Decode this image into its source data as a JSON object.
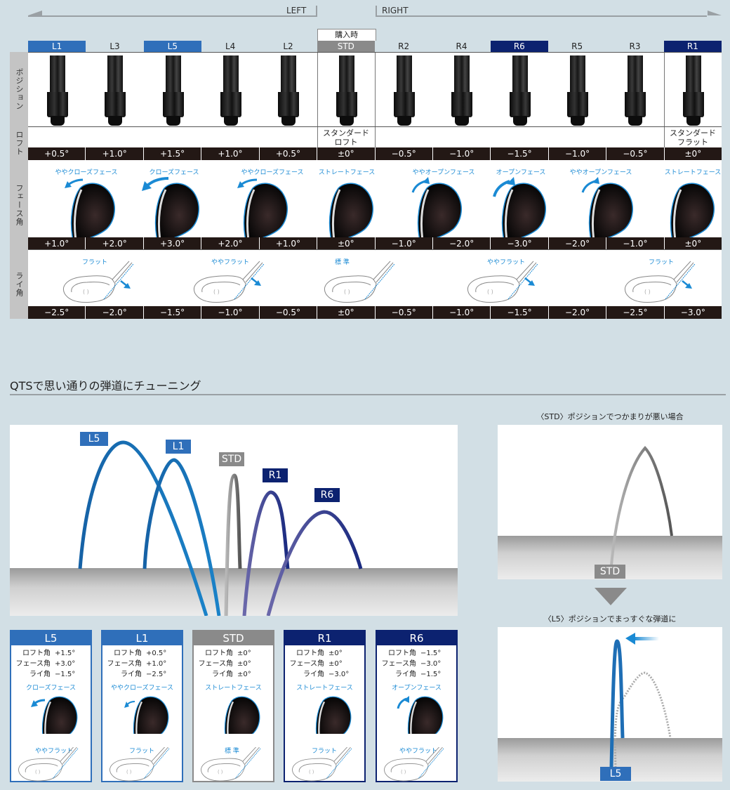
{
  "direction": {
    "left": "LEFT",
    "right": "RIGHT"
  },
  "table": {
    "purchase_label": "購入時",
    "positions": [
      "L1",
      "L3",
      "L5",
      "L4",
      "L2",
      "STD",
      "R2",
      "R4",
      "R6",
      "R5",
      "R3",
      "R1"
    ],
    "row_labels": {
      "position": "ポジション",
      "loft": "ロフト",
      "face": "フェース角",
      "lie": "ライ角"
    },
    "loft_notes": {
      "std": [
        "スタンダード",
        "ロフト"
      ],
      "r1": [
        "スタンダード",
        "フラット"
      ]
    },
    "loft_values": [
      "+0.5°",
      "+1.0°",
      "+1.5°",
      "+1.0°",
      "+0.5°",
      "±0°",
      "−0.5°",
      "−1.0°",
      "−1.5°",
      "−1.0°",
      "−0.5°",
      "±0°"
    ],
    "face_labels": [
      {
        "col": 0,
        "text": "ややクローズフェース"
      },
      {
        "col": 2,
        "text": "クローズフェース"
      },
      {
        "col": 4,
        "text": "ややクローズフェース"
      },
      {
        "col": 5,
        "text": "ストレートフェース"
      },
      {
        "col": 7,
        "text": "ややオープンフェース"
      },
      {
        "col": 8,
        "text": "オープンフェース"
      },
      {
        "col": 10,
        "text": "ややオープンフェース"
      },
      {
        "col": 11,
        "text": "ストレートフェース"
      }
    ],
    "face_values": [
      "+1.0°",
      "+2.0°",
      "+3.0°",
      "+2.0°",
      "+1.0°",
      "±0°",
      "−1.0°",
      "−2.0°",
      "−3.0°",
      "−2.0°",
      "−1.0°",
      "±0°"
    ],
    "lie_labels": [
      "フラット",
      "ややフラット",
      "標 準",
      "ややフラット",
      "フラット"
    ],
    "lie_values": [
      "−2.5°",
      "−2.0°",
      "−1.5°",
      "−1.0°",
      "−0.5°",
      "±0°",
      "−0.5°",
      "−1.0°",
      "−1.5°",
      "−2.0°",
      "−2.5°",
      "−3.0°"
    ]
  },
  "section2": {
    "title": "QTSで思い通りの弾道にチューニング",
    "trajectory_tags": [
      "L5",
      "L1",
      "STD",
      "R1",
      "R6"
    ],
    "std_caption": "〈STD〉ポジションでつかまりが悪い場合",
    "std_tag": "STD",
    "l5_caption": "〈L5〉ポジションでまっすぐな弾道に",
    "l5_tag": "L5",
    "cards": [
      {
        "name": "L5",
        "loft": "+1.5°",
        "face": "+3.0°",
        "lie": "−1.5°",
        "face_label": "クローズフェース",
        "lie_label": "ややフラット"
      },
      {
        "name": "L1",
        "loft": "+0.5°",
        "face": "+1.0°",
        "lie": "−2.5°",
        "face_label": "ややクローズフェース",
        "lie_label": "フラット"
      },
      {
        "name": "STD",
        "loft": "±0°",
        "face": "±0°",
        "lie": "±0°",
        "face_label": "ストレートフェース",
        "lie_label": "標 準"
      },
      {
        "name": "R1",
        "loft": "±0°",
        "face": "±0°",
        "lie": "−3.0°",
        "face_label": "ストレートフェース",
        "lie_label": "フラット"
      },
      {
        "name": "R6",
        "loft": "−1.5°",
        "face": "−3.0°",
        "lie": "−1.5°",
        "face_label": "オープンフェース",
        "lie_label": "ややフラット"
      }
    ],
    "spec_keys": {
      "loft": "ロフト角",
      "face": "フェース角",
      "lie": "ライ角"
    }
  },
  "colors": {
    "left_highlight": "#2f6fba",
    "right_highlight": "#0c2270",
    "std": "#8a8a8a",
    "accent": "#1a8ad4",
    "value_bar": "#231815",
    "background": "#d2dfe5"
  }
}
